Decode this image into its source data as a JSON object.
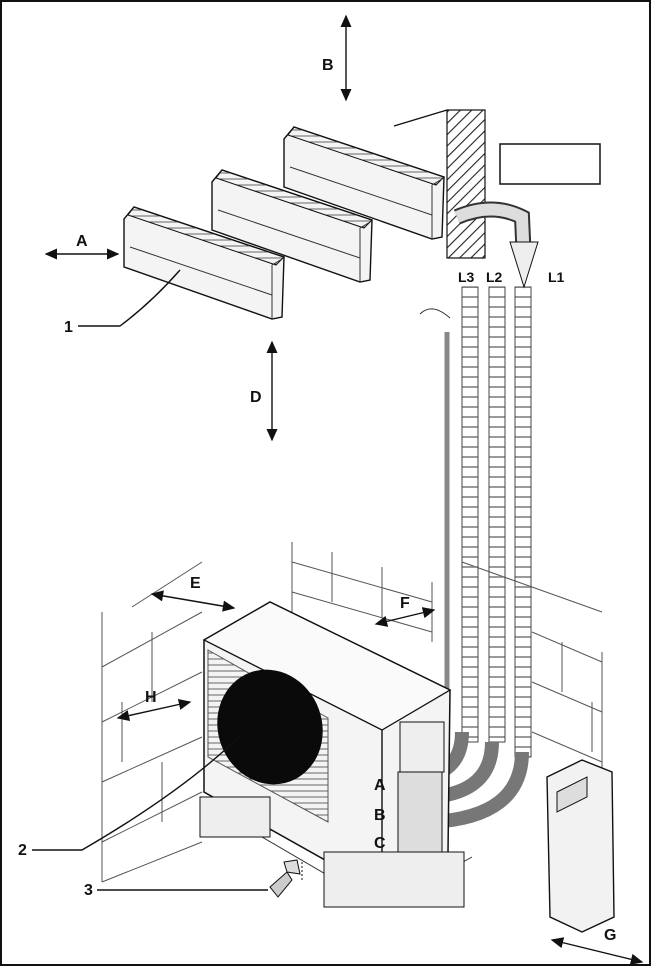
{
  "labels": {
    "A": "A",
    "B": "B",
    "D": "D",
    "E": "E",
    "F": "F",
    "G": "G",
    "H": "H",
    "num1": "1",
    "num2": "2",
    "num3": "3",
    "L1": "L1",
    "L2": "L2",
    "L3": "L3",
    "conn_A": "A",
    "conn_B": "B",
    "conn_C": "C"
  },
  "colors": {
    "ink": "#111111",
    "fan": "#0a0a0a",
    "unit_face": "#f4f4f4",
    "unit_shade": "#d8d8d8"
  },
  "icons": [
    "double-arrow-icon",
    "indoor-unit-icon",
    "outdoor-unit-icon",
    "drain-elbow-icon",
    "wall-cover-icon"
  ]
}
